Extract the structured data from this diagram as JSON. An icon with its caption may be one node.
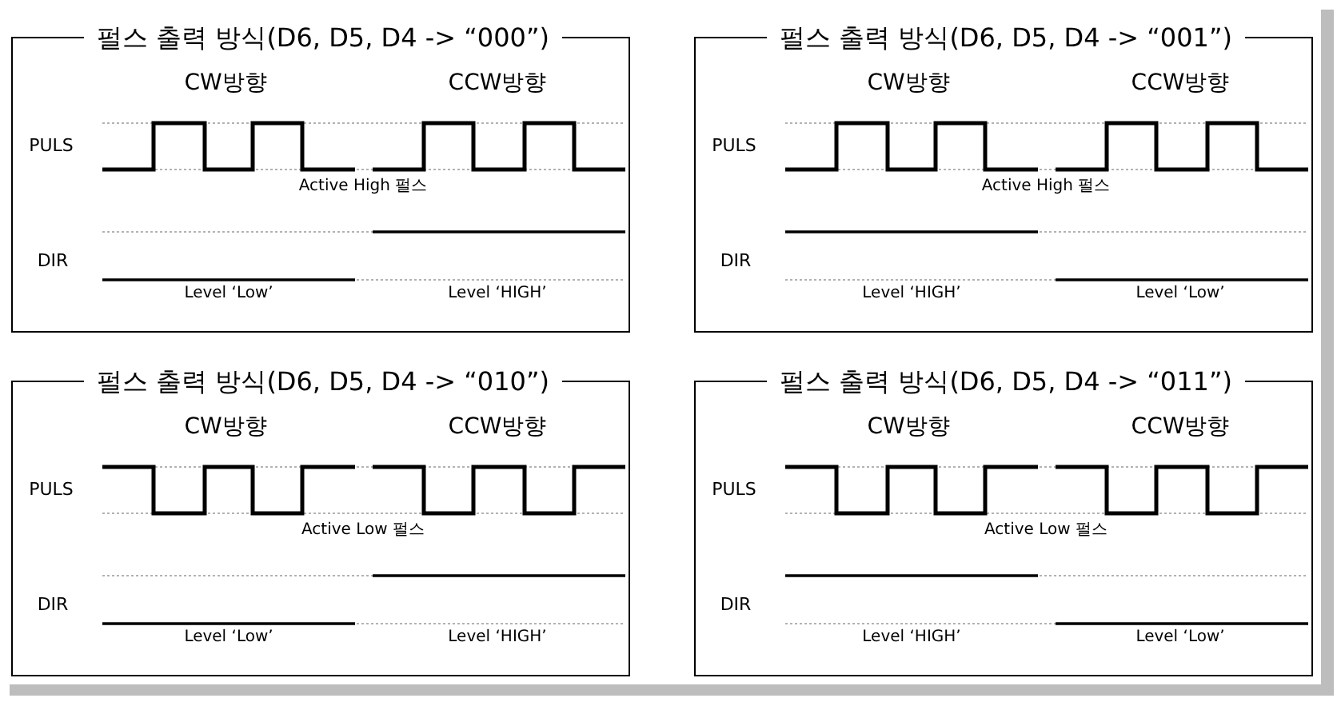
{
  "diagram": {
    "nodes": [
      {
        "text": [
          "펄스 출력 방식(D6, D5, D4 -> “000”)",
          "CW방향",
          "CCW방향",
          "PULS",
          "Active High 펄스",
          "DIR",
          "Level ‘Low’",
          "Level ‘HIGH’"
        ]
      },
      {
        "text": [
          "펄스 출력 방식(D6, D5, D4 -> “001”)",
          "CW방향",
          "CCW방향",
          "PULS",
          "Active High 펄스",
          "DIR",
          "Level ‘HIGH’",
          "Level ‘Low’"
        ]
      },
      {
        "text": [
          "펄스 출력 방식(D6, D5, D4 -> “010”)",
          "CW방향",
          "CCW방향",
          "PULS",
          "Active Low 펄스",
          "DIR",
          "Level ‘Low’",
          "Level ‘HIGH’"
        ]
      },
      {
        "text": [
          "펄스 출력 방식(D6, D5, D4 -> “011”)",
          "CW방향",
          "CCW방향",
          "PULS",
          "Active Low 펄스",
          "DIR",
          "Level ‘HIGH’",
          "Level ‘Low’"
        ]
      }
    ]
  }
}
